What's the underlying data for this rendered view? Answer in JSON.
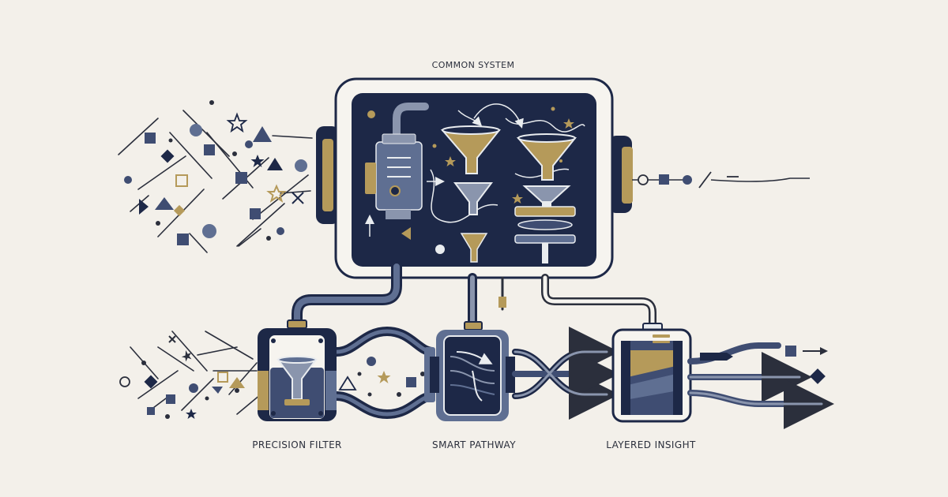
{
  "diagram": {
    "title": "COMMON SYSTEM",
    "stages": [
      {
        "label": "PRECISION FILTER"
      },
      {
        "label": "SMART PATHWAY"
      },
      {
        "label": "LAYERED INSIGHT"
      }
    ]
  },
  "colors": {
    "background": "#f3f0ea",
    "navy": "#1d2847",
    "slate": "#3f4d72",
    "steel": "#5f6f92",
    "gold": "#b59a5a",
    "ink": "#2b2f3c",
    "light": "#e9ecef"
  },
  "icons": [
    "funnel-icon",
    "star-icon",
    "triangle-icon",
    "square-icon",
    "circle-icon",
    "arrow-icon",
    "gear-icon",
    "cross-icon"
  ]
}
